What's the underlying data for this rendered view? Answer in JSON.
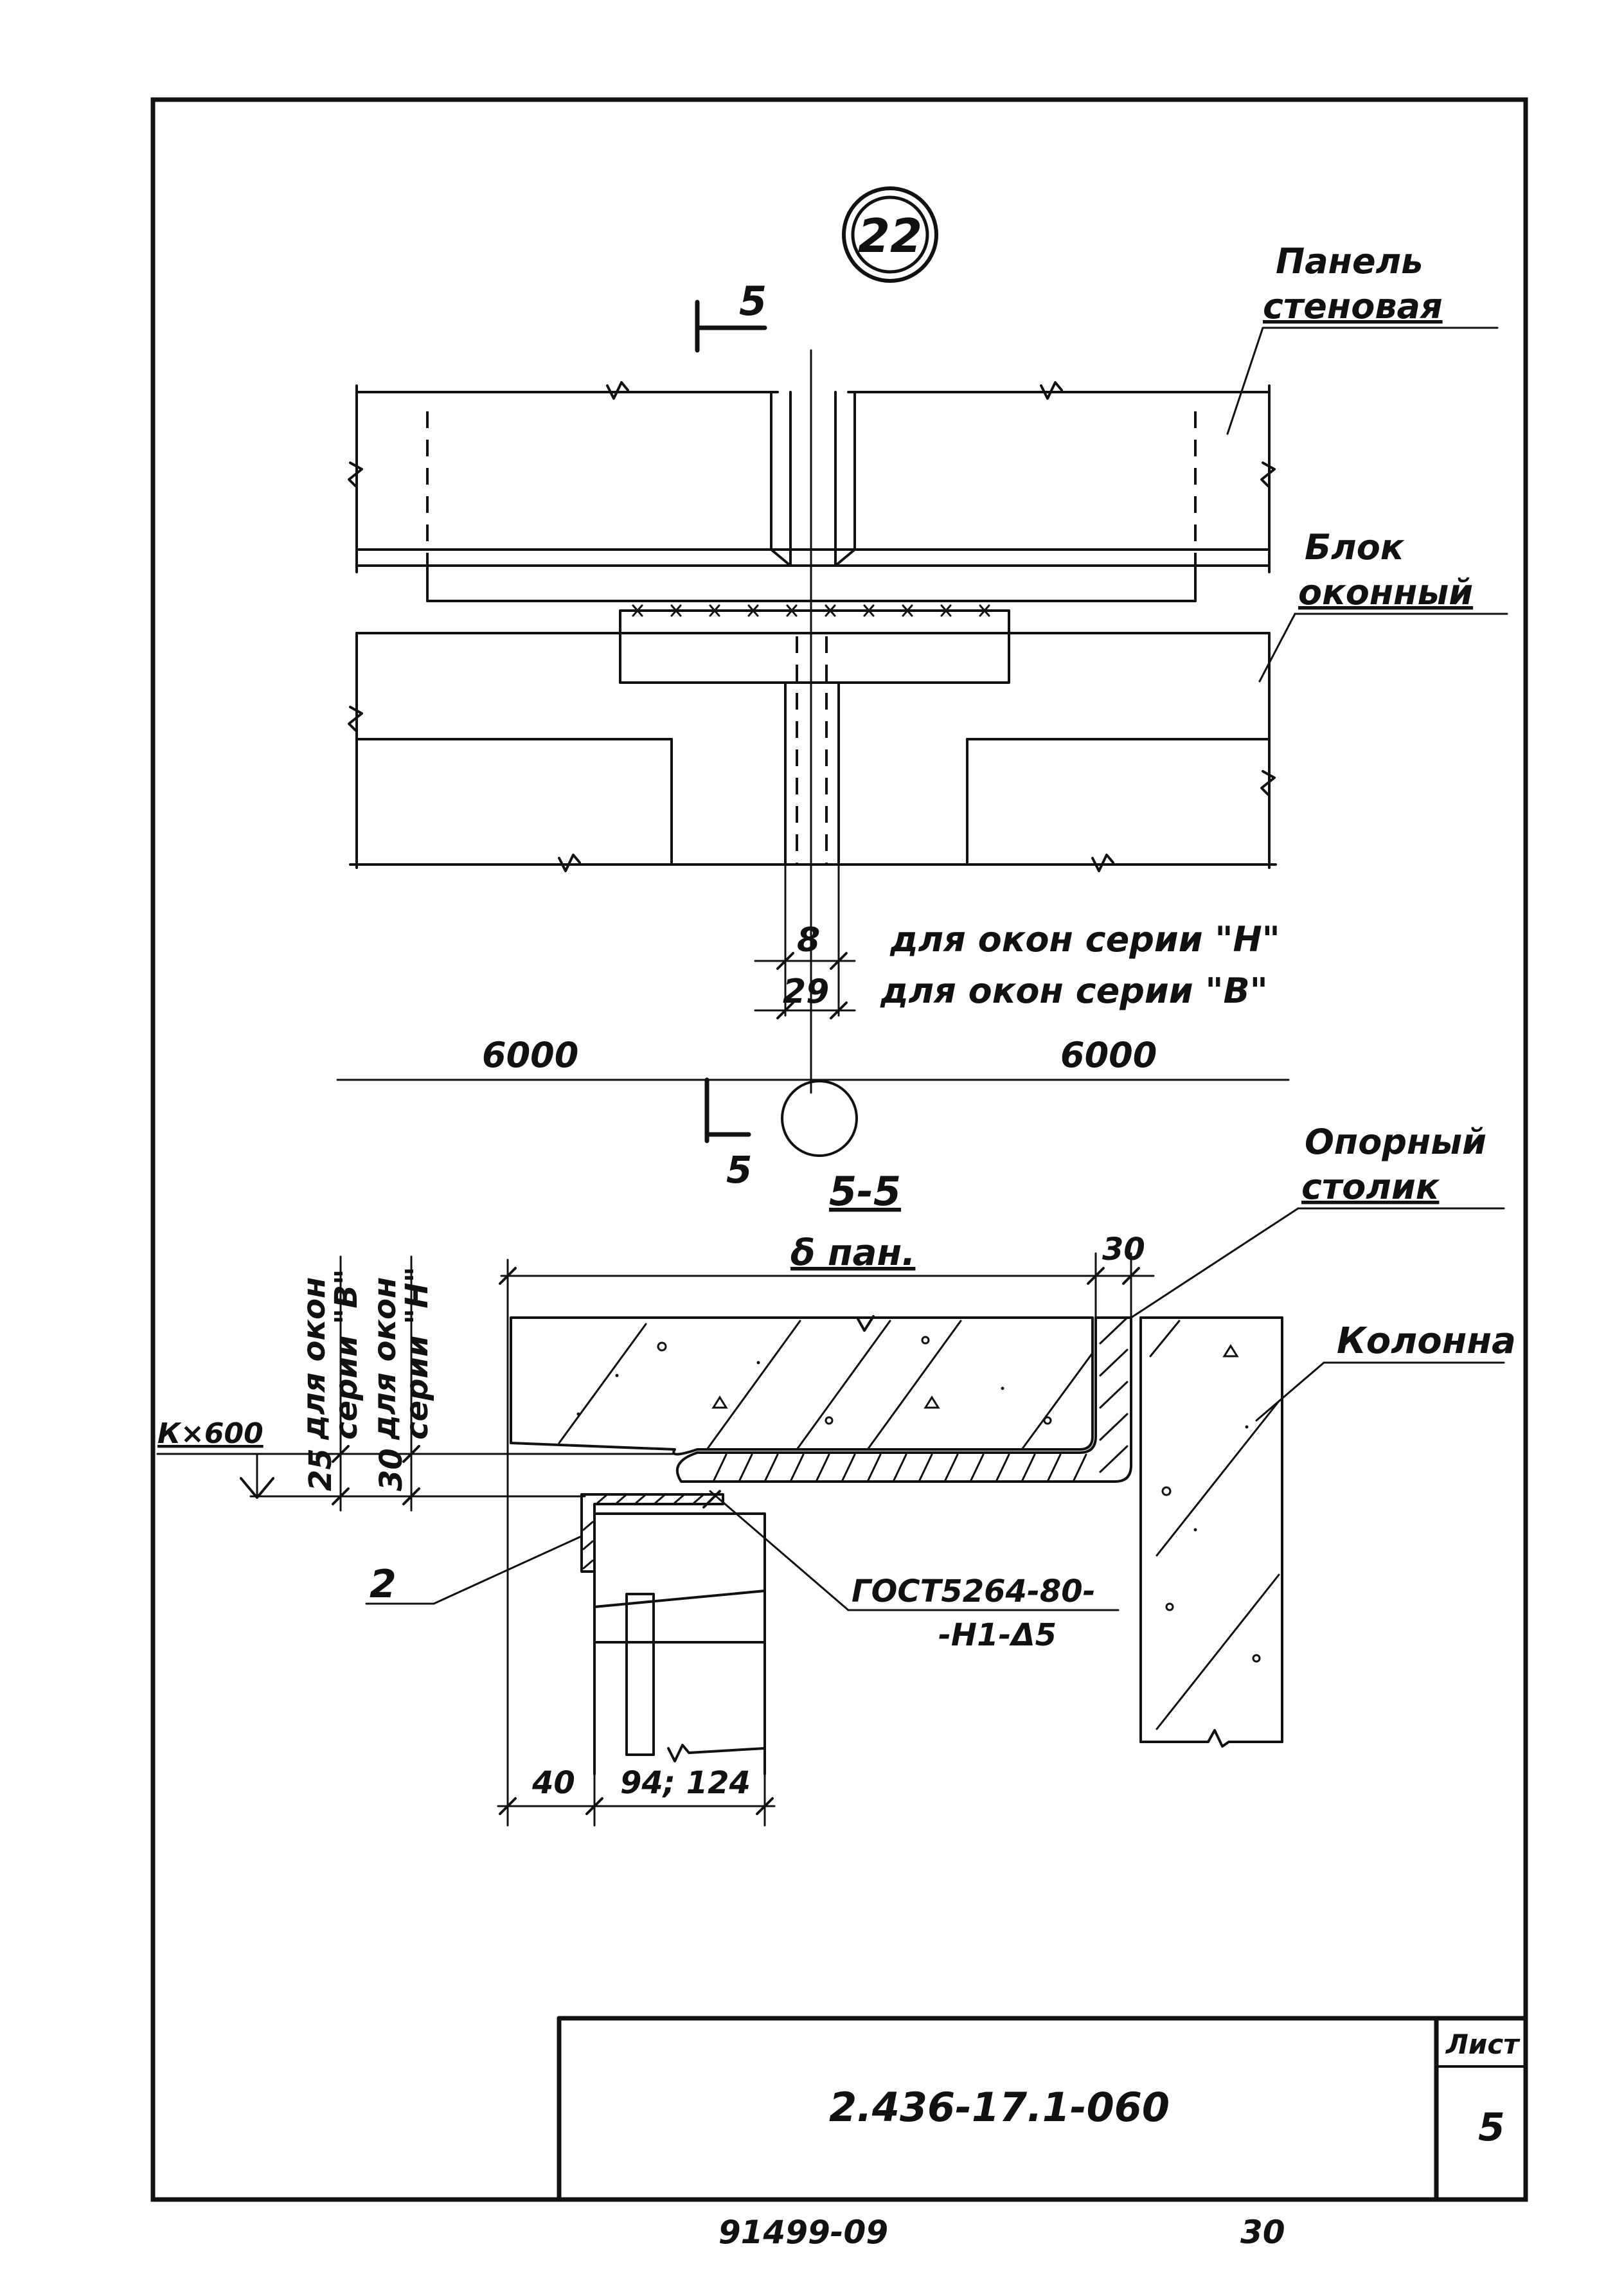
{
  "drawing": {
    "node_mark": "22",
    "section_mark": "5",
    "section_title": "5-5",
    "labels": {
      "wall_panel": [
        "Панель",
        "стеновая"
      ],
      "window_block": [
        "Блок",
        "оконный"
      ],
      "support_table": [
        "Опорный",
        "столик"
      ],
      "column": "Колонна",
      "weld_spec": [
        "ГОСТ5264-80-",
        "-Н1-Δ5"
      ],
      "part_no": "2",
      "level_mark": "К×600"
    },
    "dimensions": {
      "gap_series_h_value": "8",
      "gap_series_h_note": "для окон серии \"Н\"",
      "gap_series_b_value": "29",
      "gap_series_b_note": "для окон серии \"В\"",
      "span_left": "6000",
      "span_right": "6000",
      "panel_thickness": "δ пан.",
      "table_offset": "30",
      "vert_label_b": [
        "для окон",
        "серии \"В\""
      ],
      "vert_label_h": [
        "для окон",
        "серии \"Н\""
      ],
      "vert_dim_b": "25",
      "vert_dim_h": "30",
      "bottom_left": "40",
      "bottom_right": "94; 124"
    }
  },
  "title_block": {
    "designation": "2.436-17.1-060",
    "sheet_label": "Лист",
    "sheet_number": "5"
  },
  "footer": {
    "archive_number": "91499-09",
    "page_number": "30"
  }
}
